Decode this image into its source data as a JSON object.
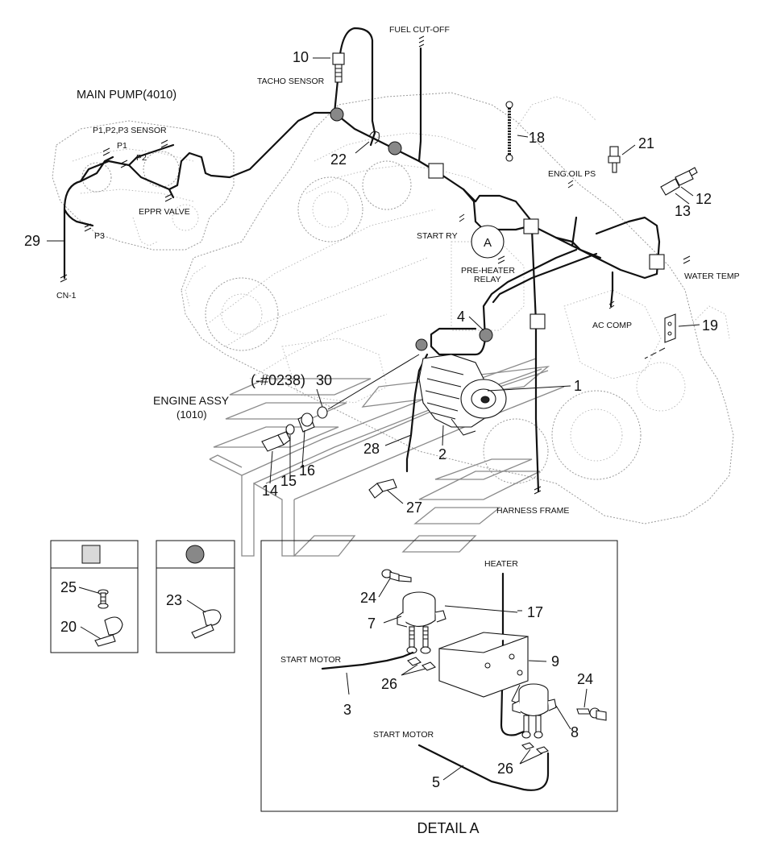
{
  "labels": {
    "main_pump": "MAIN PUMP(4010)",
    "p123_sensor": "P1,P2,P3 SENSOR",
    "p1": "P1",
    "p2": "P2",
    "p3": "P3",
    "eppr_valve": "EPPR VALVE",
    "cn1": "CN-1",
    "tacho_sensor": "TACHO SENSOR",
    "fuel_cut_off": "FUEL CUT-OFF",
    "start_ry": "START RY",
    "pre_heater_1": "PRE-HEATER",
    "pre_heater_2": "RELAY",
    "eng_oil_ps": "ENG.OIL PS",
    "water_temp": "WATER TEMP",
    "ac_comp": "AC COMP",
    "harness_frame": "HARNESS FRAME",
    "engine_assy_1": "ENGINE ASSY",
    "engine_assy_2": "(1010)",
    "serial_note": "(-#0238)",
    "heater": "HEATER",
    "start_motor_a": "START MOTOR",
    "start_motor_b": "START MOTOR",
    "detail_a": "DETAIL A",
    "circle_a": "A"
  },
  "callouts": {
    "c1": "1",
    "c2": "2",
    "c3": "3",
    "c4": "4",
    "c5": "5",
    "c7": "7",
    "c8": "8",
    "c9": "9",
    "c10": "10",
    "c12": "12",
    "c13": "13",
    "c14": "14",
    "c15": "15",
    "c16": "16",
    "c17": "17",
    "c18": "18",
    "c19": "19",
    "c20": "20",
    "c21": "21",
    "c22": "22",
    "c23": "23",
    "c24a": "24",
    "c24b": "24",
    "c25": "25",
    "c26a": "26",
    "c26b": "26",
    "c27": "27",
    "c28": "28",
    "c29": "29",
    "c30": "30"
  },
  "legend": {
    "square_color": "#d9d9d9",
    "circle_color": "#888888"
  }
}
